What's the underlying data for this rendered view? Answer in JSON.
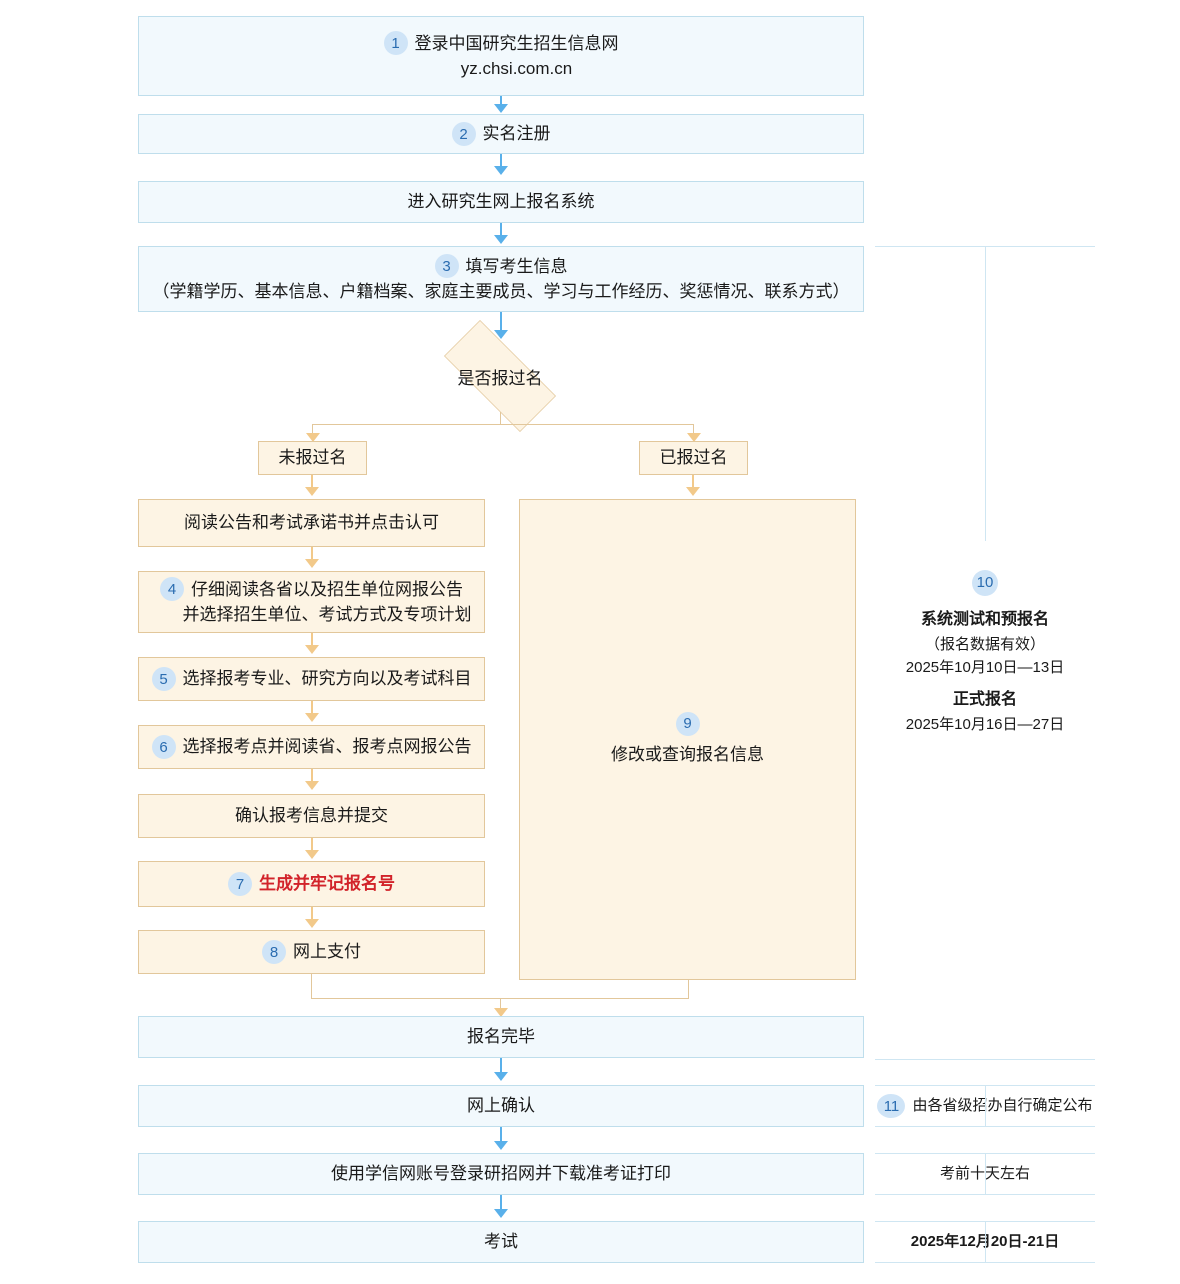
{
  "flow": {
    "main_nodes": [
      {
        "id": "login",
        "badge": "1",
        "lines": [
          "登录中国研究生招生信息网",
          "yz.chsi.com.cn"
        ]
      },
      {
        "id": "realname",
        "badge": "2",
        "lines": [
          "实名注册"
        ]
      },
      {
        "id": "enter-system",
        "badge": "",
        "lines": [
          "进入研究生网上报名系统"
        ]
      },
      {
        "id": "fill-info",
        "badge": "3",
        "lines": [
          "填写考生信息",
          "（学籍学历、基本信息、户籍档案、家庭主要成员、学习与工作经历、奖惩情况、联系方式）"
        ]
      }
    ],
    "decision": {
      "label": "是否报过名"
    },
    "branches": {
      "left_label": "未报过名",
      "right_label": "已报过名"
    },
    "left_steps": [
      {
        "id": "read-notice",
        "badge": "",
        "lines": [
          "阅读公告和考试承诺书并点击认可"
        ]
      },
      {
        "id": "read-announce",
        "badge": "4",
        "lines": [
          "仔细阅读各省以及招生单位网报公告",
          "并选择招生单位、考试方式及专项计划"
        ]
      },
      {
        "id": "select-major",
        "badge": "5",
        "lines": [
          "选择报考专业、研究方向以及考试科目"
        ]
      },
      {
        "id": "select-site",
        "badge": "6",
        "lines": [
          "选择报考点并阅读省、报考点网报公告"
        ]
      },
      {
        "id": "confirm-submit",
        "badge": "",
        "lines": [
          "确认报考信息并提交"
        ]
      },
      {
        "id": "generate-no",
        "badge": "7",
        "lines": [
          "生成并牢记报名号"
        ],
        "emphasis": true
      },
      {
        "id": "online-pay",
        "badge": "8",
        "lines": [
          "网上支付"
        ]
      }
    ],
    "right_step": {
      "id": "modify-query",
      "badge": "9",
      "lines": [
        "修改或查询报名信息"
      ]
    },
    "tail_nodes": [
      {
        "id": "signup-done",
        "badge": "",
        "lines": [
          "报名完毕"
        ]
      },
      {
        "id": "online-confirm",
        "badge": "",
        "lines": [
          "网上确认"
        ]
      },
      {
        "id": "download-ticket",
        "badge": "",
        "lines": [
          "使用学信网账号登录研招网并下载准考证打印"
        ]
      },
      {
        "id": "exam",
        "badge": "",
        "lines": [
          "考试"
        ]
      }
    ]
  },
  "timeline": {
    "registration": {
      "badge": "10",
      "title_1": "系统测试和预报名",
      "sub_1": "（报名数据有效）",
      "date_1": "2025年10月10日—13日",
      "title_2": "正式报名",
      "date_2": "2025年10月16日—27日"
    },
    "confirm": {
      "badge": "11",
      "text": "由各省级招办自行确定公布"
    },
    "ticket": {
      "badge": "",
      "text": "考前十天左右"
    },
    "exam": {
      "badge": "",
      "text": "2025年12月20日-21日"
    }
  },
  "colors": {
    "blue_fill": "#f2f9fd",
    "blue_border": "#bfdeec",
    "orange_fill": "#fdf4e4",
    "orange_border": "#e2c79b",
    "arrow_blue": "#59b0ea",
    "arrow_orange": "#f2c98a",
    "badge_bg": "#cfe4f7",
    "badge_text": "#2a6cb0",
    "emphasis_red": "#d2232a",
    "timeline_line": "#cfe6f2"
  }
}
